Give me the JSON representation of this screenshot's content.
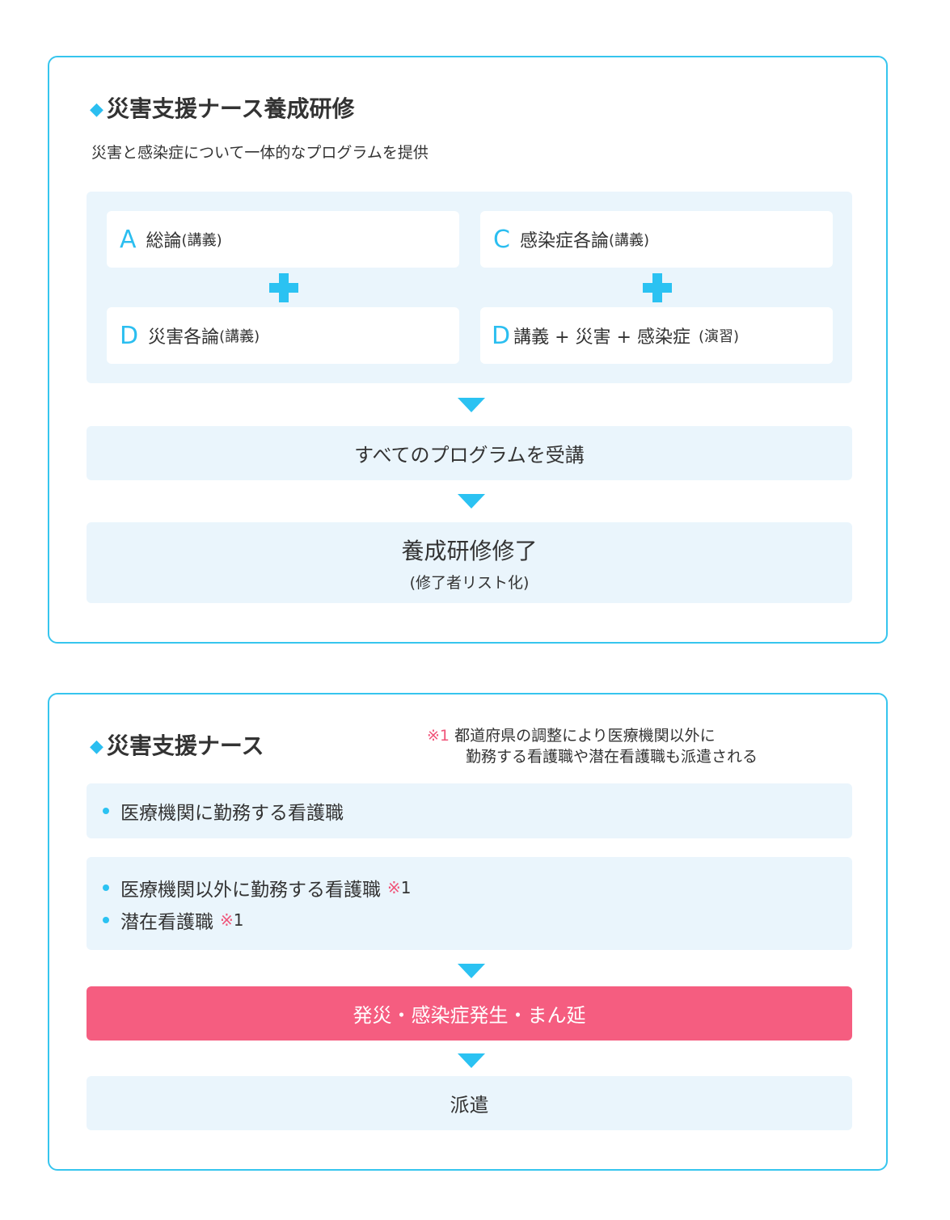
{
  "training": {
    "title": "災害支援ナース養成研修",
    "title_marker": "◆",
    "subtitle": "災害と感染症について一体的なプログラムを提供",
    "left_column": [
      {
        "letter": "A",
        "text": "総論",
        "paren": "(講義)"
      },
      {
        "letter": "D",
        "text": "災害各論",
        "paren": "(講義)"
      }
    ],
    "right_column": [
      {
        "letter": "C",
        "text": "感染症各論",
        "paren": "(講義)"
      },
      {
        "letter": "D",
        "text": "講義 + 災害 + 感染症",
        "paren": "(演習)"
      }
    ],
    "plus_icon": "plus-icon",
    "arrow_icon": "arrow-down-icon",
    "step1": "すべてのプログラムを受講",
    "step2_main": "養成研修修了",
    "step2_sub": "(修了者リスト化)"
  },
  "nurse": {
    "title": "災害支援ナース",
    "title_marker": "◆",
    "note": {
      "mark": "※1",
      "line1": "都道府県の調整により医療機関以外に",
      "line2": "勤務する看護職や潜在看護職も派遣される"
    },
    "group1": [
      {
        "text": "医療機関に勤務する看護職"
      }
    ],
    "group2": [
      {
        "text": "医療機関以外に勤務する看護職",
        "ref_mark": "※",
        "ref_num": "1"
      },
      {
        "text": "潜在看護職",
        "ref_mark": "※",
        "ref_num": "1"
      }
    ],
    "event": "発災・感染症発生・まん延",
    "dispatch": "派遣"
  },
  "colors": {
    "accent": "#2bc2f2",
    "border": "#36c5ee",
    "block_bg": "#eaf5fc",
    "alert": "#f55d80",
    "note_mark": "#f0557a",
    "text": "#333333"
  }
}
